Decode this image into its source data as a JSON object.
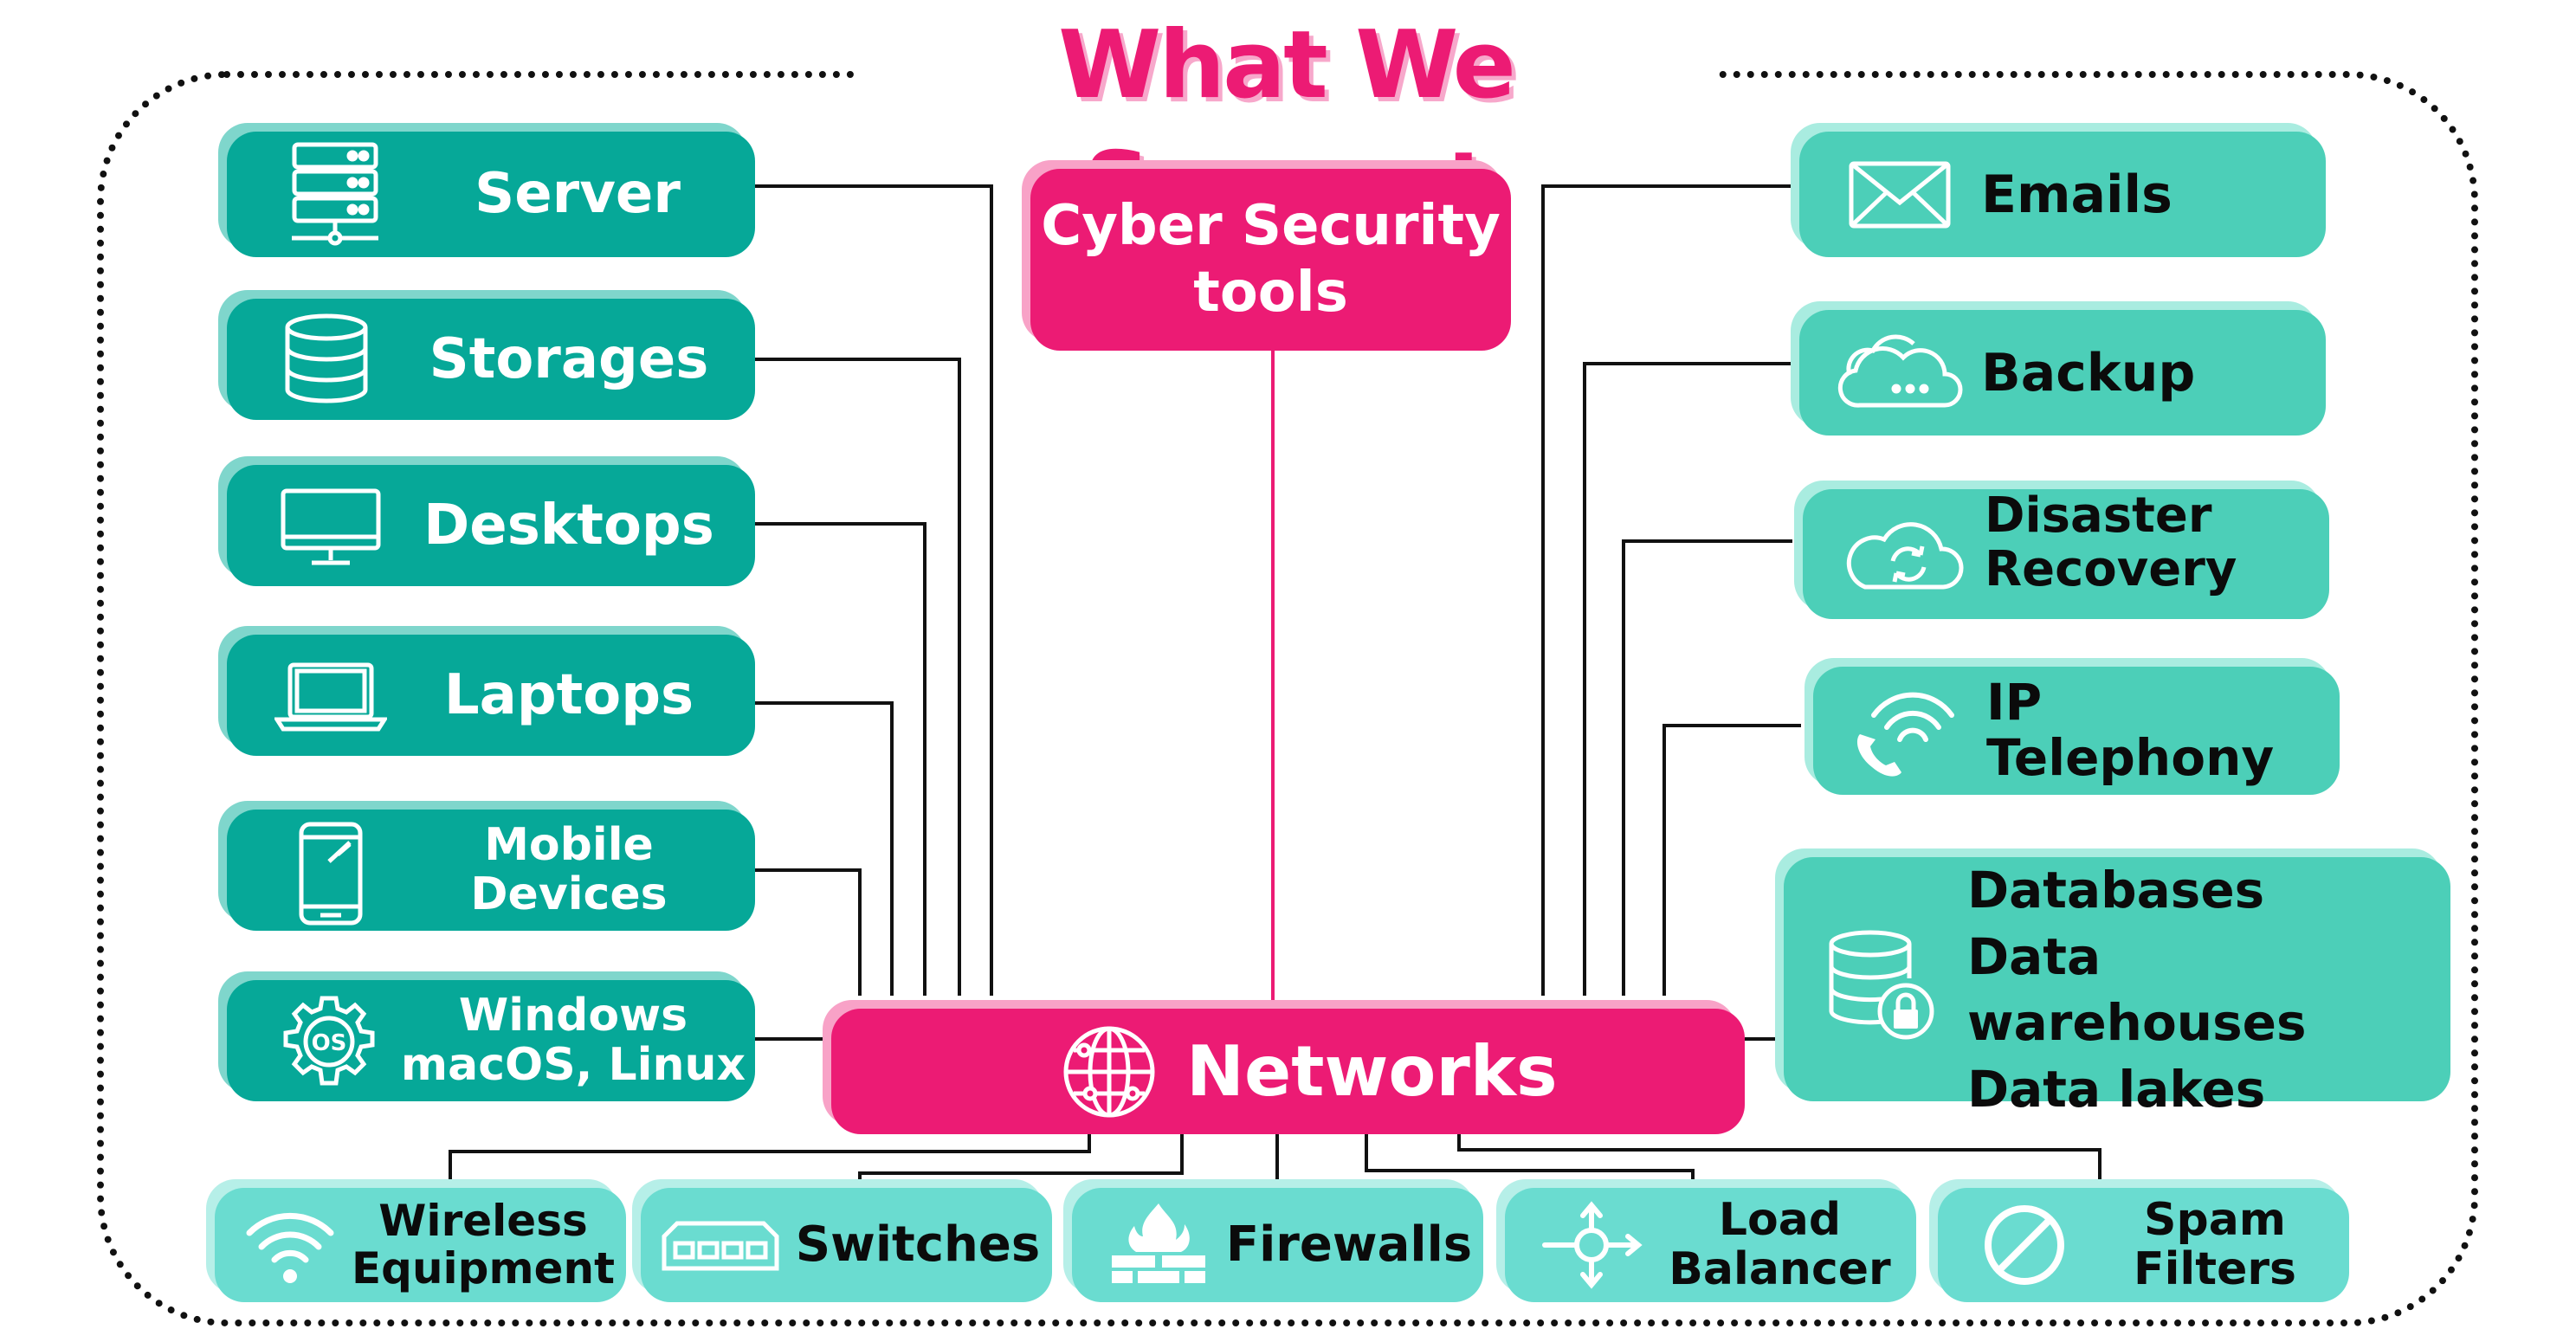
{
  "title": "What We Support",
  "left_nodes": [
    {
      "lines": [
        "Server"
      ]
    },
    {
      "lines": [
        "Storages"
      ]
    },
    {
      "lines": [
        "Desktops"
      ]
    },
    {
      "lines": [
        "Laptops"
      ]
    },
    {
      "lines": [
        "Mobile",
        "Devices"
      ]
    },
    {
      "lines": [
        "Windows",
        "macOS, Linux"
      ]
    }
  ],
  "right_nodes": [
    {
      "lines": [
        "Emails"
      ]
    },
    {
      "lines": [
        "Backup"
      ]
    },
    {
      "lines": [
        "Disaster",
        "Recovery"
      ]
    },
    {
      "lines": [
        "IP Telephony"
      ]
    },
    {
      "lines": [
        "Databases",
        "Data warehouses",
        "Data lakes"
      ]
    }
  ],
  "top_node": {
    "lines": [
      "Cyber Security",
      "tools"
    ]
  },
  "center_node": {
    "label": "Networks"
  },
  "bottom_nodes": [
    {
      "lines": [
        "Wireless",
        "Equipment"
      ]
    },
    {
      "lines": [
        "Switches"
      ]
    },
    {
      "lines": [
        "Firewalls"
      ]
    },
    {
      "lines": [
        "Load",
        "Balancer"
      ]
    },
    {
      "lines": [
        "Spam",
        "Filters"
      ]
    }
  ],
  "colors": {
    "pink": "#ec1b74",
    "teal_dark": "#06a898",
    "teal_mid": "#4ccfb8",
    "teal_light": "#6adcd0",
    "line": "#111111"
  },
  "icons": {
    "left": [
      "server-rack-icon",
      "database-icon",
      "monitor-icon",
      "laptop-icon",
      "smartphone-icon",
      "os-gear-icon"
    ],
    "right": [
      "envelope-icon",
      "cloud-icon",
      "cloud-sync-icon",
      "wifi-phone-icon",
      "database-lock-icon"
    ],
    "center": "globe-network-icon",
    "bottom": [
      "wifi-icon",
      "network-switch-icon",
      "firewall-icon",
      "load-balancer-icon",
      "no-entry-icon"
    ]
  }
}
